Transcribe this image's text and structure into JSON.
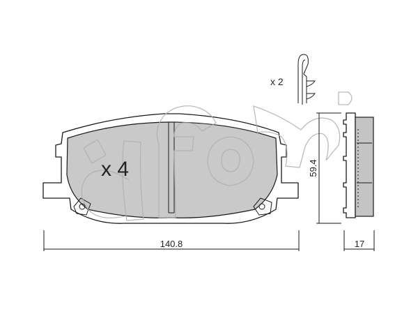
{
  "labels": {
    "pad_quantity": "x 4",
    "clip_quantity": "x 2",
    "width_dimension": "140.8",
    "height_dimension": "59.4",
    "thickness_dimension": "17"
  },
  "colors": {
    "pad_fill": "#c9c9c9",
    "backing_fill": "#c4c4c4",
    "line": "#1a1a1a",
    "watermark": "#b0b0b0"
  },
  "icons": {
    "watermark": "cifam-logo-watermark",
    "clip": "spring-clip-icon"
  }
}
